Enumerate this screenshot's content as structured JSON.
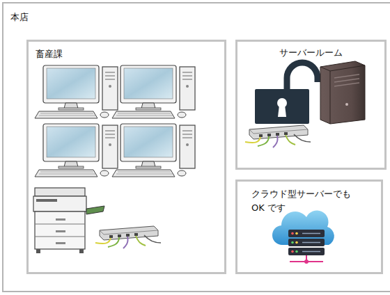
{
  "diagram": {
    "nodes": [
      {
        "text": [
          "本店"
        ]
      },
      {
        "text": [
          "畜産課"
        ],
        "in": 0
      },
      {
        "text": [
          "サーバールーム"
        ],
        "in": 0
      },
      {
        "text": [
          "クラウド型サーバーでも OK です"
        ],
        "in": 0
      }
    ]
  }
}
